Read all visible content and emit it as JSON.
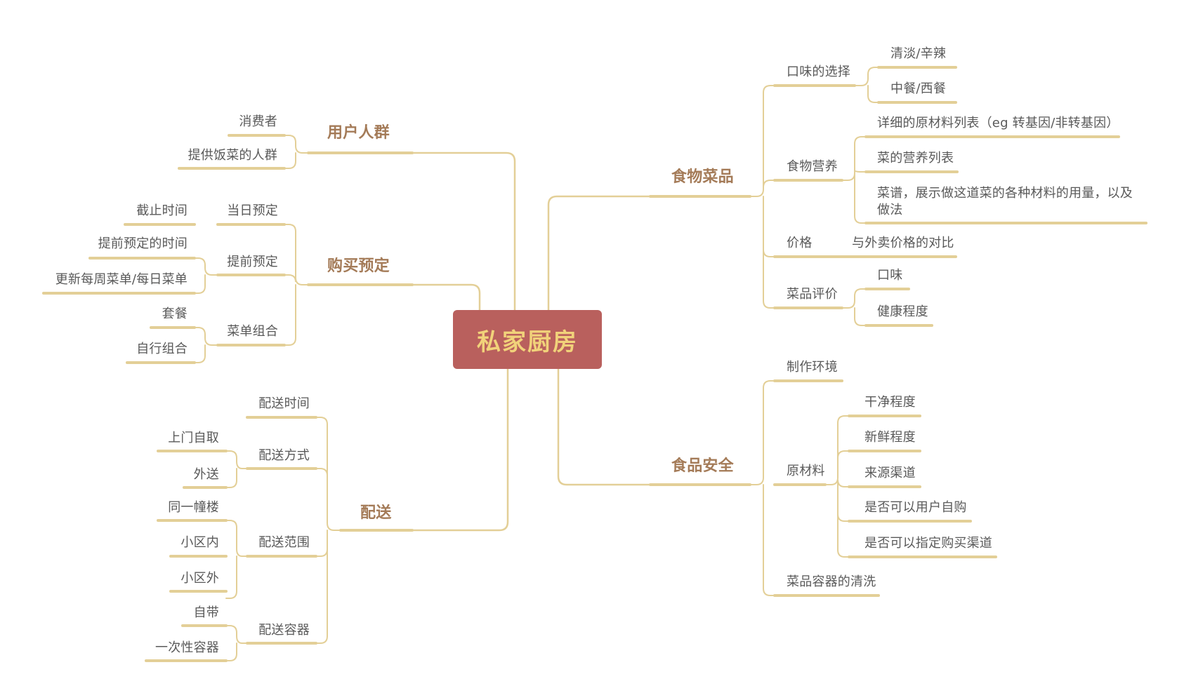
{
  "central": "私家厨房",
  "branches": {
    "users": {
      "label": "用户人群",
      "children": [
        "消费者",
        "提供饭菜的人群"
      ]
    },
    "booking": {
      "label": "购买预定",
      "same_day": {
        "label": "当日预定",
        "children": [
          "截止时间"
        ]
      },
      "advance": {
        "label": "提前预定",
        "children": [
          "提前预定的时间",
          "更新每周菜单/每日菜单"
        ]
      },
      "menu_combo": {
        "label": "菜单组合",
        "children": [
          "套餐",
          "自行组合"
        ]
      }
    },
    "delivery": {
      "label": "配送",
      "time": {
        "label": "配送时间"
      },
      "method": {
        "label": "配送方式",
        "children": [
          "上门自取",
          "外送"
        ]
      },
      "range": {
        "label": "配送范围",
        "children": [
          "同一幢楼",
          "小区内",
          "小区外"
        ]
      },
      "container": {
        "label": "配送容器",
        "children": [
          "自带",
          "一次性容器"
        ]
      }
    },
    "food": {
      "label": "食物菜品",
      "taste": {
        "label": "口味的选择",
        "children": [
          "清淡/辛辣",
          "中餐/西餐"
        ]
      },
      "nutrition": {
        "label": "食物营养",
        "children": [
          "详细的原材料列表（eg 转基因/非转基因）",
          "菜的营养列表",
          "菜谱，展示做这道菜的各种材料的用量，以及做法"
        ]
      },
      "price": {
        "label": "价格",
        "children": [
          "与外卖价格的对比"
        ]
      },
      "review": {
        "label": "菜品评价",
        "children": [
          "口味",
          "健康程度"
        ]
      }
    },
    "safety": {
      "label": "食品安全",
      "environment": {
        "label": "制作环境"
      },
      "materials": {
        "label": "原材料",
        "children": [
          "干净程度",
          "新鲜程度",
          "来源渠道",
          "是否可以用户自购",
          "是否可以指定购买渠道"
        ]
      },
      "cleaning": {
        "label": "菜品容器的清洗"
      }
    }
  },
  "colors": {
    "line": "#e3cf97",
    "central_bg": "#b9605d",
    "central_text": "#f1d27a",
    "branch_text": "#a47b58",
    "node_text": "#595959"
  }
}
